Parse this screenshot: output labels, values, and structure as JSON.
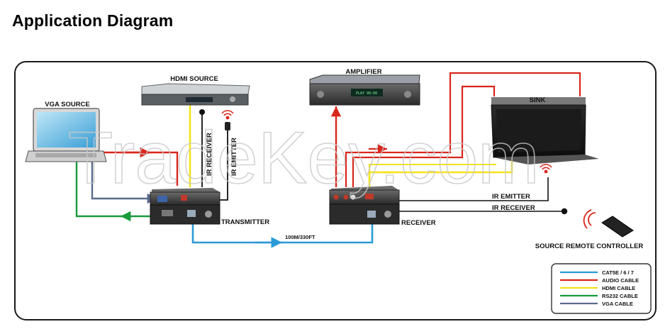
{
  "title": "Application Diagram",
  "watermark": "TradeKey.com",
  "devices": {
    "vga_source": "VGA SOURCE",
    "hdmi_source": "HDMI SOURCE",
    "amplifier": "AMPLIFIER",
    "sink": "SINK",
    "transmitter": "TRANSMITTER",
    "receiver": "RECEIVER",
    "remote": "SOURCE REMOTE CONTROLLER"
  },
  "cable_labels": {
    "ir_receiver_tx": "IR RECEIVER",
    "ir_emitter_tx": "IR EMITTER",
    "ir_emitter_rx": "IR EMITTER",
    "ir_receiver_rx": "IR RECEIVER",
    "link": "100M/330FT"
  },
  "amp_display": "PLAY 00:00",
  "colors": {
    "cat5e": "#2a9ad6",
    "audio": "#d9261c",
    "hdmi": "#f2e31c",
    "rs232": "#1a9a3c",
    "vga": "#5a6b8c"
  },
  "legend": [
    {
      "label": "CAT5E / 6 / 7",
      "color": "#2a9ad6"
    },
    {
      "label": "AUDIO CABLE",
      "color": "#d9261c"
    },
    {
      "label": "HDMI CABLE",
      "color": "#f2e31c"
    },
    {
      "label": "RS232 CABLE",
      "color": "#1a9a3c"
    },
    {
      "label": "VGA CABLE",
      "color": "#5a6b8c"
    }
  ]
}
